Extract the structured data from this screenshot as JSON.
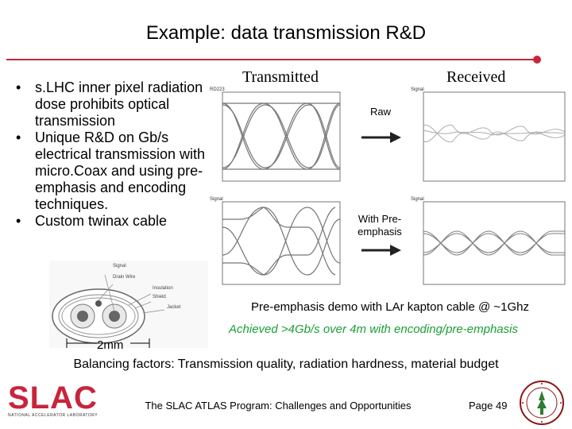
{
  "slide": {
    "title": "Example: data transmission R&D",
    "bullets": [
      "s.LHC inner pixel radiation dose prohibits optical transmission",
      "Unique R&D on Gb/s electrical transmission with micro.Coax and using pre-emphasis and encoding techniques.",
      "Custom twinax cable"
    ],
    "accent_color": "#c8253c"
  },
  "figure": {
    "transmitted_header": "Transmitted",
    "received_header": "Received",
    "raw_label": "Raw",
    "preemphasis_label": "With Pre-emphasis",
    "arrow_icon": "right-arrow-icon",
    "caption_demo": "Pre-emphasis demo with LAr kapton cable @ ~1Ghz",
    "caption_achieved": "Achieved >4Gb/s over 4m with encoding/pre-emphasis",
    "achieved_color": "#1a9f36"
  },
  "cable": {
    "labels": [
      "Signal",
      "Drain Wire",
      "Insulation",
      "Shield",
      "Jacket"
    ],
    "dimension": "2mm"
  },
  "summary": {
    "balancing": "Balancing factors: Transmission quality, radiation hardness, material budget"
  },
  "footer": {
    "logo_text": "SLAC",
    "logo_subtext": "NATIONAL ACCELERATOR LABORATORY",
    "presentation": "The SLAC ATLAS Program: Challenges and Opportunities",
    "page": "Page 49"
  }
}
